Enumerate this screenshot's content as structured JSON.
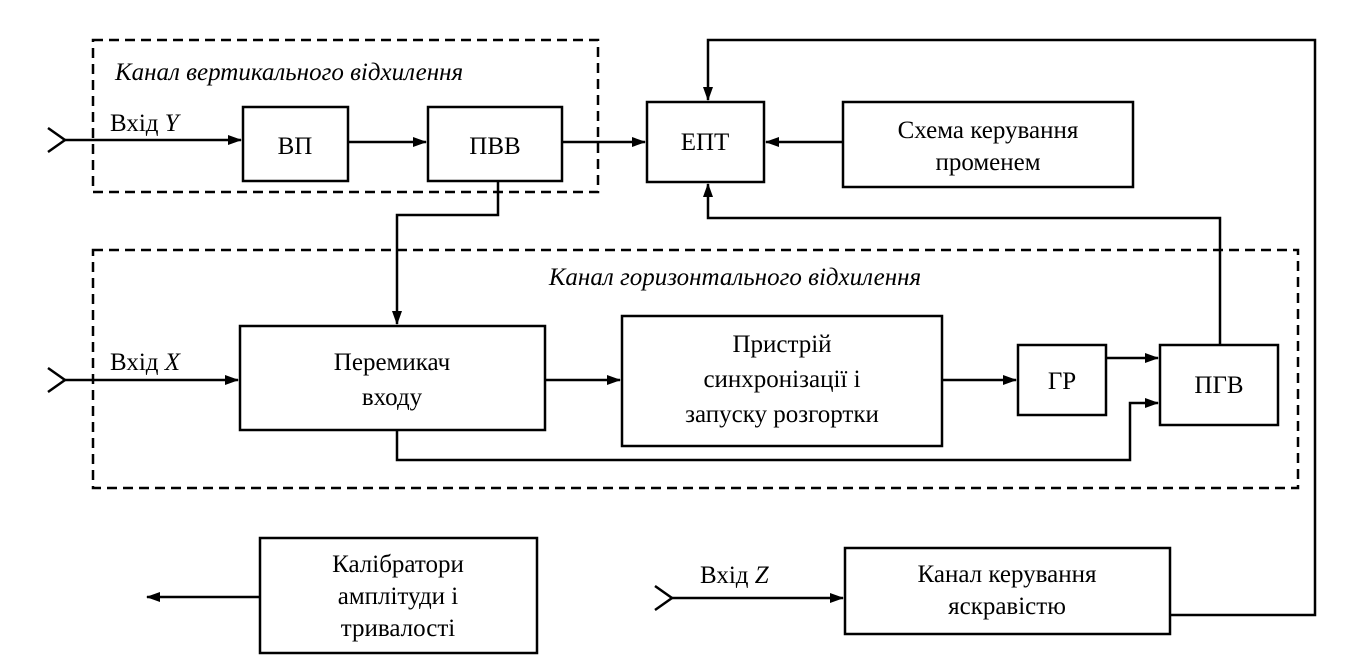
{
  "channels": {
    "vertical_title": "Канал вертикального відхилення",
    "horizontal_title": "Канал горизонтального відхилення"
  },
  "inputs": {
    "y_prefix": "Вхід",
    "y_var": "Y",
    "x_prefix": "Вхід",
    "x_var": "X",
    "z_prefix": "Вхід",
    "z_var": "Z"
  },
  "blocks": {
    "vp": "ВП",
    "pvv": "ПВВ",
    "ept": "ЕПТ",
    "beam_control": [
      "Схема керування",
      "променем"
    ],
    "input_switch": [
      "Перемикач",
      "входу"
    ],
    "sync": [
      "Пристрій",
      "синхронізації і",
      "запуску розгортки"
    ],
    "gr": "ГР",
    "pgv": "ПГВ",
    "calibrators": [
      "Калібратори",
      "амплітуди і",
      "тривалості"
    ],
    "brightness": [
      "Канал керування",
      "яскравістю"
    ]
  }
}
